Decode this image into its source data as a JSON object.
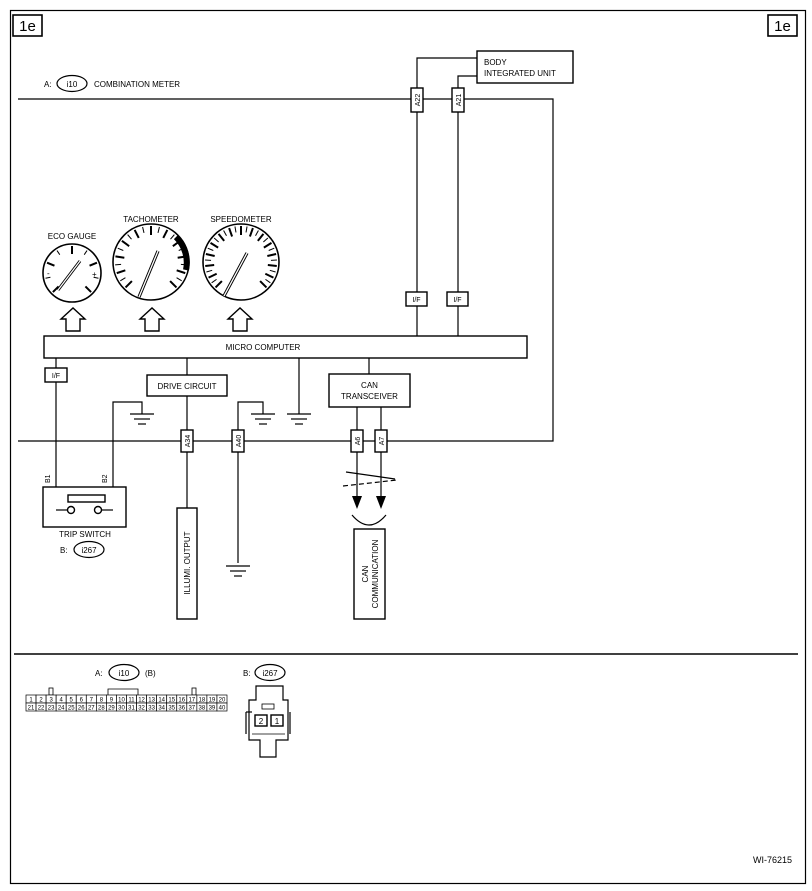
{
  "page_tag_left": "1e",
  "page_tag_right": "1e",
  "connector_a": {
    "prefix": "A:",
    "id": "i10",
    "name": "COMBINATION METER"
  },
  "body_integrated_unit": [
    "BODY",
    "INTEGRATED UNIT"
  ],
  "pins": {
    "a22": "A22",
    "a21": "A21",
    "a34": "A34",
    "a40": "A40",
    "a6": "A6",
    "a7": "A7",
    "b1": "B1",
    "b2": "B2"
  },
  "if_label": "I/F",
  "gauges": {
    "eco": "ECO GAUGE",
    "eco_minus": "-",
    "eco_plus": "+",
    "tacho": "TACHOMETER",
    "speedo": "SPEEDOMETER"
  },
  "micro_computer": "MICRO COMPUTER",
  "drive_circuit": "DRIVE CIRCUIT",
  "can_transceiver": [
    "CAN",
    "TRANSCEIVER"
  ],
  "trip_switch": {
    "name": "TRIP SWITCH",
    "prefix": "B:",
    "id": "i267"
  },
  "illumi_output": "ILLUMI. OUTPUT",
  "can_communication": [
    "CAN",
    "COMMUNICATION"
  ],
  "legend": {
    "a_prefix": "A:",
    "a_id": "i10",
    "a_suffix": "(B)",
    "b_prefix": "B:",
    "b_id": "i267",
    "row1": [
      "1",
      "2",
      "3",
      "4",
      "5",
      "6",
      "7",
      "8",
      "9",
      "10",
      "11",
      "12",
      "13",
      "14",
      "15",
      "16",
      "17",
      "18",
      "19",
      "20"
    ],
    "row2": [
      "21",
      "22",
      "23",
      "24",
      "25",
      "26",
      "27",
      "28",
      "29",
      "30",
      "31",
      "32",
      "33",
      "34",
      "35",
      "36",
      "37",
      "38",
      "39",
      "40"
    ],
    "b_pins": [
      "2",
      "1"
    ]
  },
  "figure_id": "WI-76215"
}
